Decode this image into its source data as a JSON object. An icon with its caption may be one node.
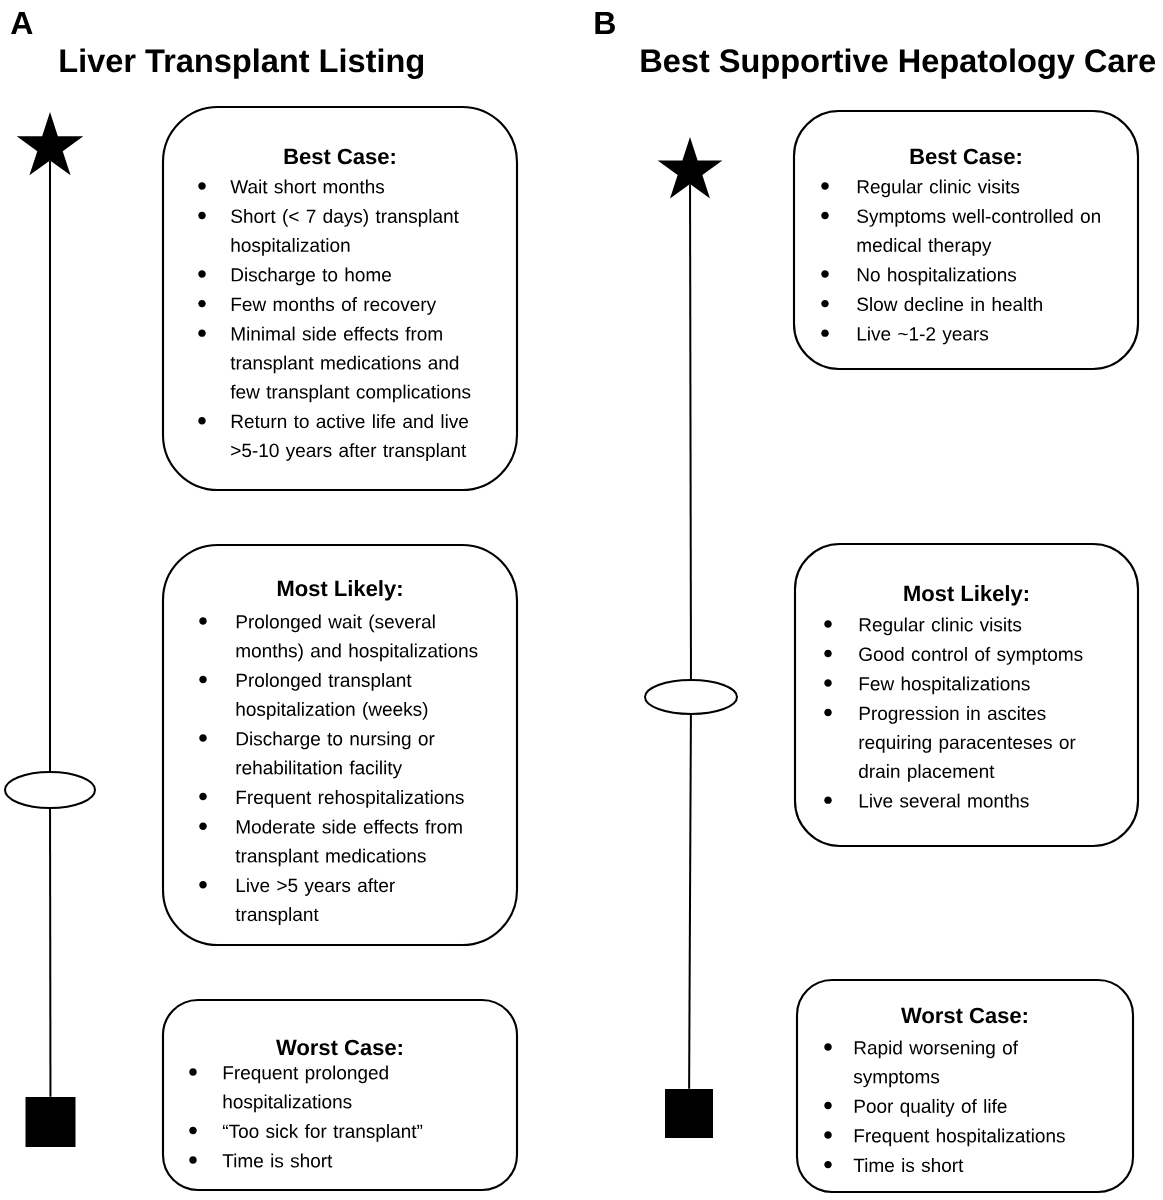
{
  "diagram": {
    "nodes": [
      {
        "text": [],
        "shape": "star"
      },
      {
        "text": [
          "Best Case:",
          "Wait short months",
          "Short (< 7 days) transplant hospitalization",
          "Discharge to home",
          "Few months of recovery",
          "Minimal side effects from transplant medications and few transplant complications",
          "Return to active life and live >5-10 years after transplant"
        ]
      },
      {
        "text": [
          "Most Likely:",
          "Prolonged wait (several months) and hospitalizations",
          "Prolonged transplant hospitalization (weeks)",
          "Discharge to nursing or rehabilitation facility",
          "Frequent rehospitalizations",
          "Moderate side effects from transplant medications",
          "Live >5 years after transplant"
        ]
      },
      {
        "text": [],
        "shape": "ellipse"
      },
      {
        "text": [
          "Worst Case:",
          "Frequent prolonged hospitalizations",
          "“Too sick for transplant”",
          "Time is short"
        ]
      },
      {
        "text": [],
        "shape": "square"
      },
      {
        "text": [],
        "shape": "star"
      },
      {
        "text": [
          "Best Case:",
          "Regular clinic visits",
          "Symptoms well-controlled on medical therapy",
          "No hospitalizations",
          "Slow decline in health",
          "Live ~1-2 years"
        ]
      },
      {
        "text": [
          "Most Likely:",
          "Regular clinic visits",
          "Good control of symptoms",
          "Few hospitalizations",
          "Progression in ascites requiring paracenteses or drain placement",
          "Live several months"
        ]
      },
      {
        "text": [],
        "shape": "ellipse"
      },
      {
        "text": [
          "Worst Case:",
          "Rapid worsening of symptoms",
          "Poor quality of life",
          "Frequent hospitalizations",
          "Time is short"
        ]
      },
      {
        "text": [],
        "shape": "square"
      }
    ],
    "edges": [
      {
        "from": 0,
        "to": 3,
        "arrow": "none"
      },
      {
        "from": 3,
        "to": 5,
        "arrow": "none"
      },
      {
        "from": 6,
        "to": 9,
        "arrow": "none"
      },
      {
        "from": 9,
        "to": 11,
        "arrow": "none"
      }
    ],
    "labels": [
      "A",
      "Liver Transplant Listing",
      "B",
      "Best Supportive Hepatology Care"
    ]
  }
}
